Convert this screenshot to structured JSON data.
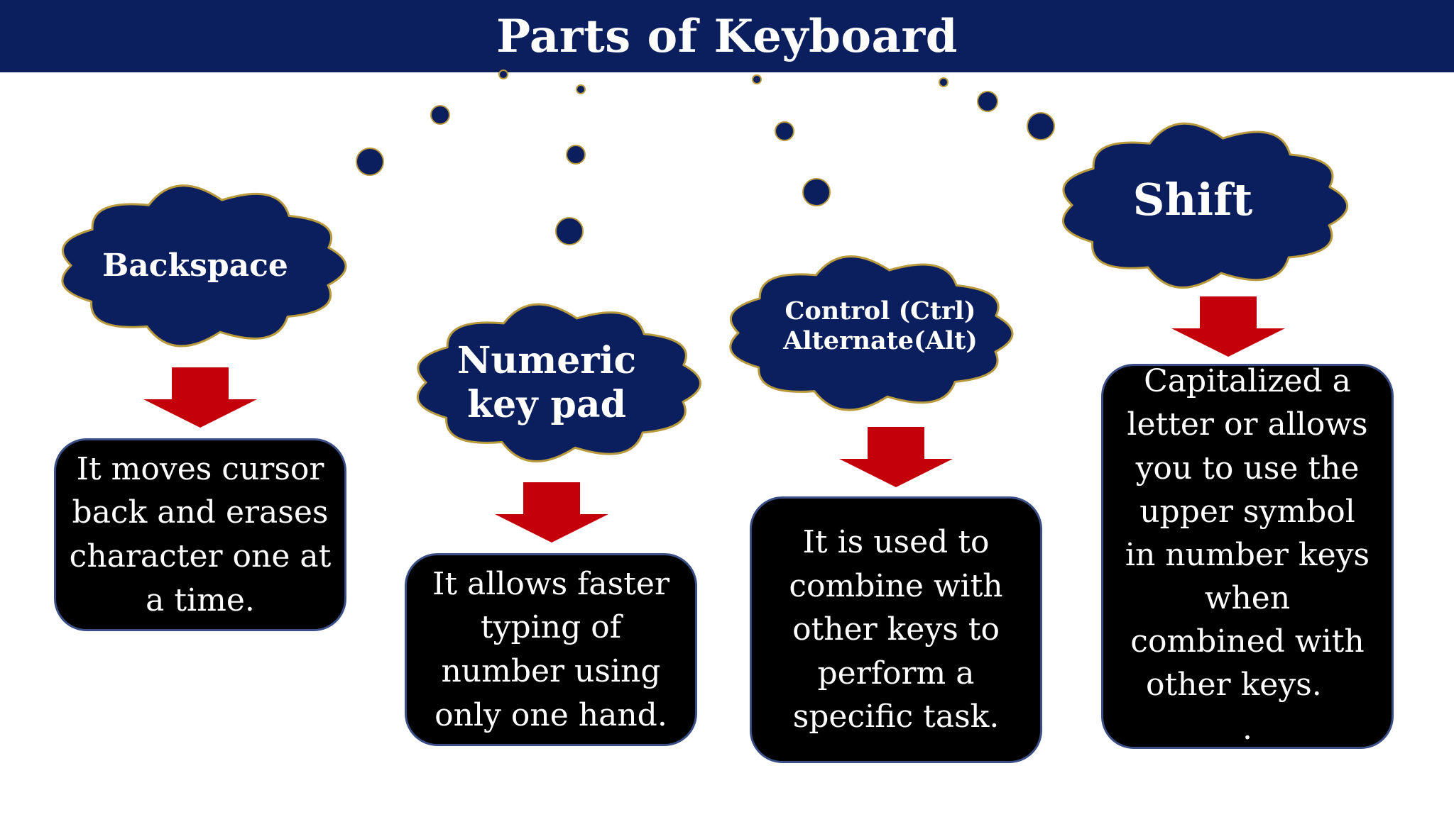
{
  "title": "Parts of Keyboard",
  "colors": {
    "header": "#0b1f5e",
    "cloud_fill": "#0b1f5e",
    "cloud_outline": "#b99a3c",
    "arrow": "#c4000a",
    "box": "#000000",
    "text": "#ffffff"
  },
  "items": [
    {
      "key": "backspace",
      "cloud_lines": [
        "Backspace"
      ],
      "desc_lines": [
        "It moves cursor",
        "back and erases",
        "character one at",
        "a time."
      ]
    },
    {
      "key": "numeric",
      "cloud_lines": [
        "Numeric",
        "key pad"
      ],
      "desc_lines": [
        "It allows faster",
        "typing of",
        "number using",
        "only one hand."
      ]
    },
    {
      "key": "control-alt",
      "cloud_lines": [
        "Control (Ctrl)",
        "Alternate(Alt)"
      ],
      "desc_lines": [
        "It is used to",
        "combine  with",
        "other keys to",
        "perform a",
        "specific task."
      ]
    },
    {
      "key": "shift",
      "cloud_lines": [
        "Shift"
      ],
      "desc_lines": [
        "Capitalized a",
        "letter or allows",
        "you to use the",
        "upper symbol",
        "in number keys",
        "when",
        "combined with",
        "other keys.",
        "."
      ]
    }
  ]
}
